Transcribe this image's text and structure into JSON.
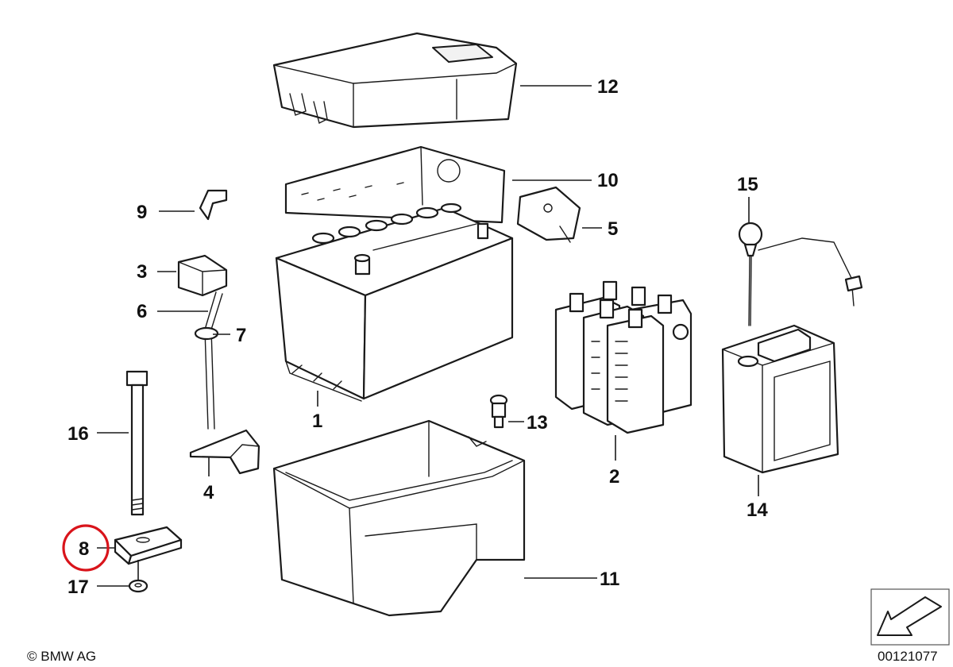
{
  "callouts": {
    "p1": "1",
    "p2": "2",
    "p3": "3",
    "p4": "4",
    "p5": "5",
    "p6": "6",
    "p7": "7",
    "p8": "8",
    "p9": "9",
    "p10": "10",
    "p11": "11",
    "p12": "12",
    "p13": "13",
    "p14": "14",
    "p15": "15",
    "p16": "16",
    "p17": "17"
  },
  "highlighted_part": "8",
  "colors": {
    "highlight": "#d9141b",
    "line": "#1a1a1a"
  },
  "footer": {
    "copyright": "© BMW AG",
    "diagram_number": "00121077"
  },
  "icons": {
    "orientation": "direction-arrow-icon"
  }
}
